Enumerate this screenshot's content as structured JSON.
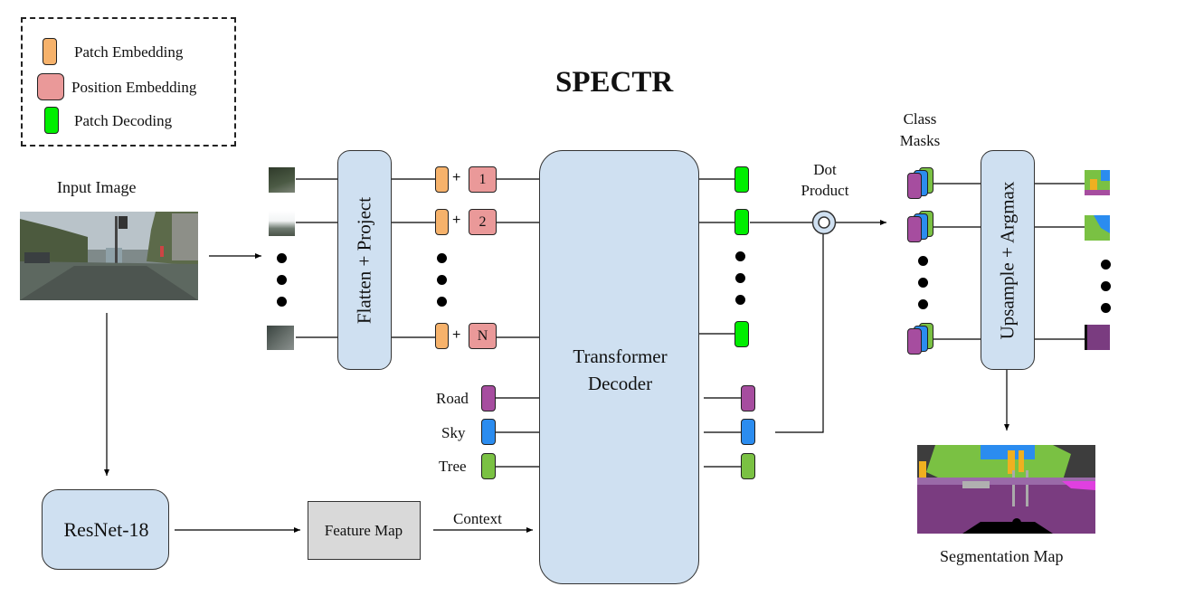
{
  "title": "SPECTR",
  "legend": {
    "items": [
      {
        "label": "Patch Embedding",
        "color": "#f6b26b"
      },
      {
        "label": "Position Embedding",
        "color": "#ea9999"
      },
      {
        "label": "Patch Decoding",
        "color": "#00ee00"
      }
    ]
  },
  "labels": {
    "input_image": "Input Image",
    "flatten_project": "Flatten  + Project",
    "transformer_decoder": "Transformer Decoder",
    "dot_product": "Dot Product",
    "class_masks": "Class Masks",
    "upsample_argmax": "Upsample + Argmax",
    "resnet": "ResNet-18",
    "feature_map": "Feature Map",
    "context": "Context",
    "segmentation_map": "Segmentation Map"
  },
  "position_tokens": [
    "1",
    "2",
    "N"
  ],
  "class_tokens": [
    {
      "label": "Road",
      "color": "#a64d9f"
    },
    {
      "label": "Sky",
      "color": "#2b8cef"
    },
    {
      "label": "Tree",
      "color": "#7ac143"
    }
  ],
  "colors": {
    "block_fill": "#cfe0f1",
    "feature_map_fill": "#d9d9d9",
    "patch_embedding": "#f6b26b",
    "position_embedding": "#ea9999",
    "patch_decoding": "#00ee00"
  }
}
